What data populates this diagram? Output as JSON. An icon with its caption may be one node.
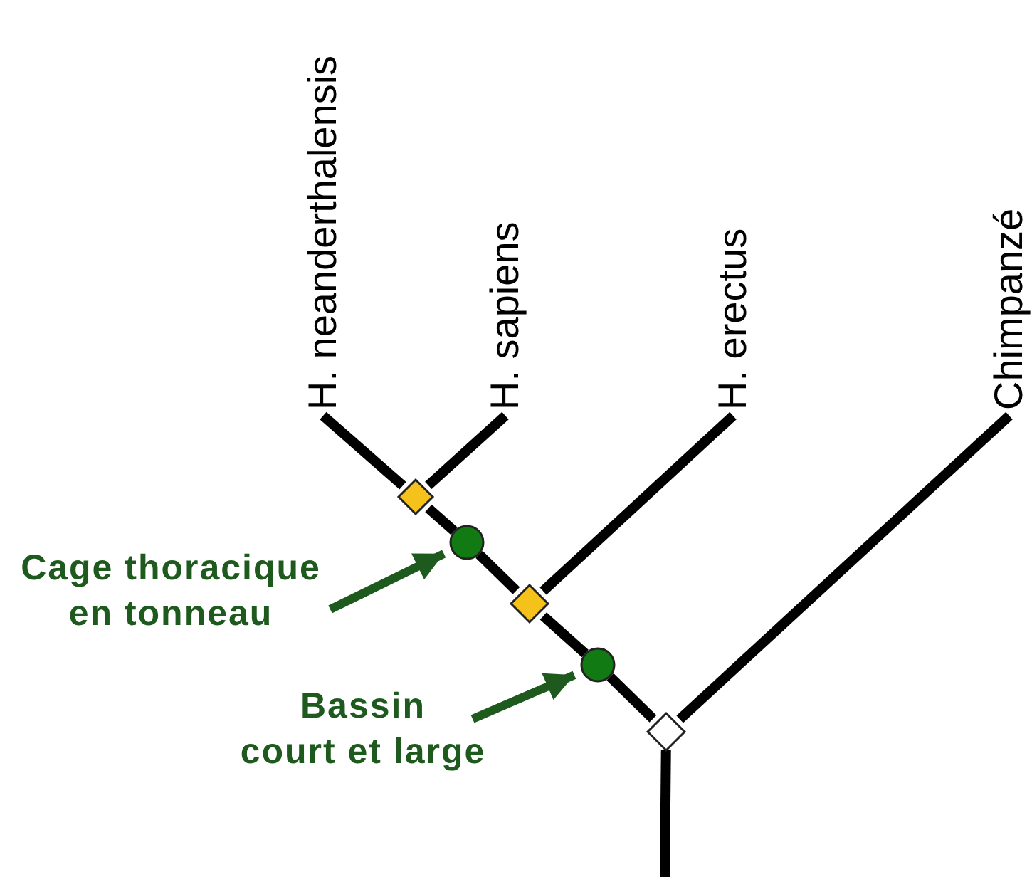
{
  "diagram": {
    "nodes": [
      {
        "text": [
          "H. neanderthalensis"
        ]
      },
      {
        "text": [
          "H. sapiens"
        ]
      },
      {
        "text": [
          "H. erectus"
        ]
      },
      {
        "text": [
          "Chimpanzé"
        ]
      },
      {
        "text": [],
        "shape": "diamond"
      },
      {
        "text": [],
        "shape": "circle"
      },
      {
        "text": [],
        "shape": "diamond"
      },
      {
        "text": [],
        "shape": "circle"
      },
      {
        "text": [],
        "shape": "diamond"
      },
      {
        "text": [
          "Cage thoracique en tonneau"
        ]
      },
      {
        "text": [
          "Bassin court et large"
        ]
      }
    ],
    "edges": [
      {
        "from": null,
        "to": 8,
        "arrow": "none"
      },
      {
        "from": 8,
        "to": 3,
        "arrow": "none"
      },
      {
        "from": 8,
        "to": 7,
        "arrow": "none"
      },
      {
        "from": 7,
        "to": 6,
        "arrow": "none"
      },
      {
        "from": 6,
        "to": 2,
        "arrow": "none"
      },
      {
        "from": 6,
        "to": 5,
        "arrow": "none"
      },
      {
        "from": 5,
        "to": 4,
        "arrow": "none"
      },
      {
        "from": 4,
        "to": 1,
        "arrow": "none"
      },
      {
        "from": 4,
        "to": 0,
        "arrow": "none"
      },
      {
        "from": 9,
        "to": 5,
        "arrow": "to",
        "color": "#1e5a1e"
      },
      {
        "from": 10,
        "to": 7,
        "arrow": "to",
        "color": "#1e5a1e"
      }
    ]
  }
}
